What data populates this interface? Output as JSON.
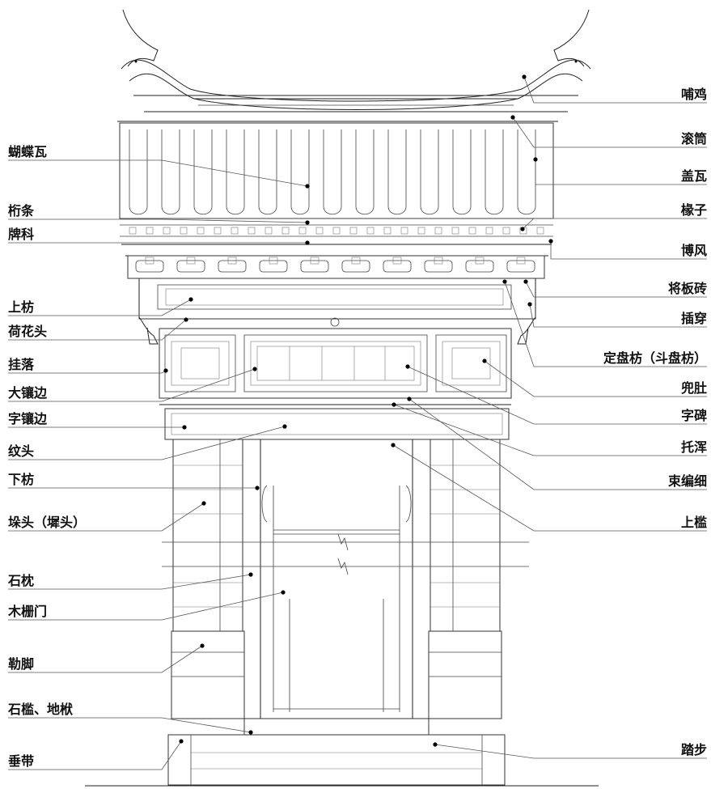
{
  "labels": {
    "left": [
      "蝴蝶瓦",
      "桁条",
      "牌科",
      "上枋",
      "荷花头",
      "挂落",
      "大镶边",
      "字镶边",
      "纹头",
      "下枋",
      "垛头（墀头）",
      "石枕",
      "木栅门",
      "勒脚",
      "石槛、地栿",
      "垂带"
    ],
    "right": [
      "哺鸡",
      "滚筒",
      "盖瓦",
      "椽子",
      "博风",
      "将板砖",
      "插穿",
      "定盘枋（斗盘枋）",
      "兜肚",
      "字碑",
      "托浑",
      "束编细",
      "上槛",
      "踏步"
    ]
  }
}
